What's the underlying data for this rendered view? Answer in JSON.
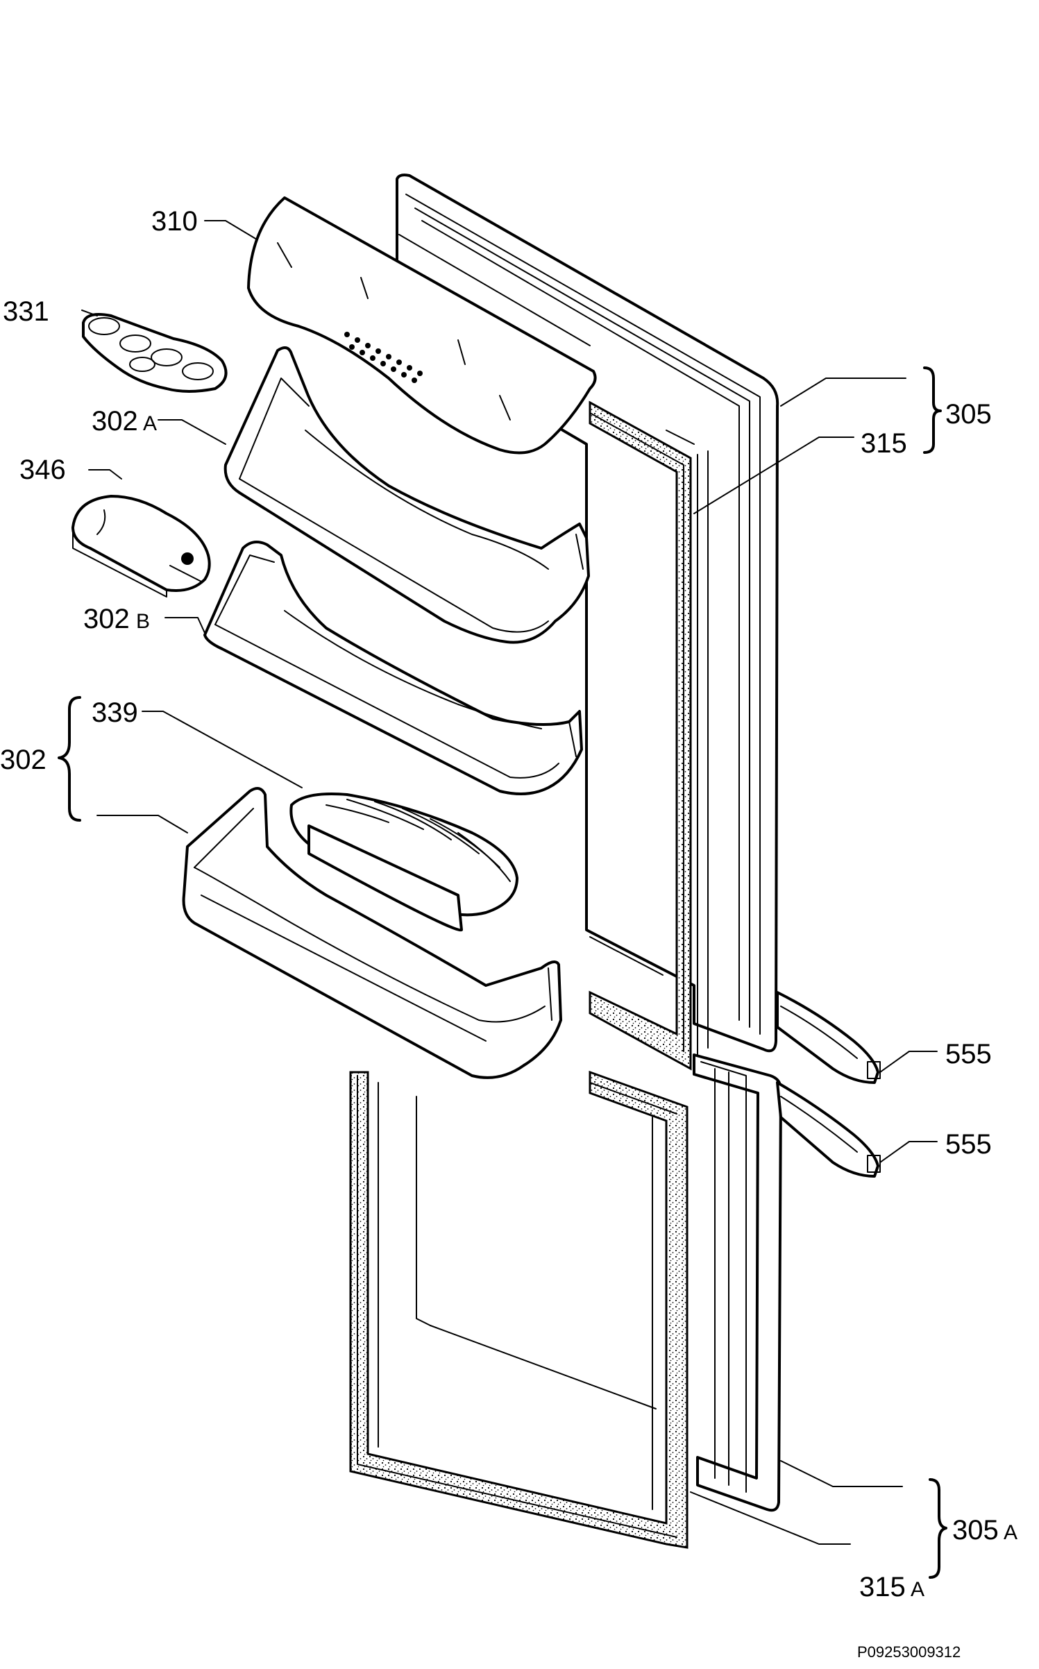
{
  "labels": {
    "310": "310",
    "331": "331",
    "302A": "302",
    "302A_suffix": "A",
    "346": "346",
    "302B": "302",
    "302B_suffix": "B",
    "339": "339",
    "302": "302",
    "305": "305",
    "315": "315",
    "555_upper": "555",
    "555_lower": "555",
    "305A": "305",
    "305A_suffix": "A",
    "315A": "315",
    "315A_suffix": "A"
  },
  "drawing_code": "P09253009312"
}
